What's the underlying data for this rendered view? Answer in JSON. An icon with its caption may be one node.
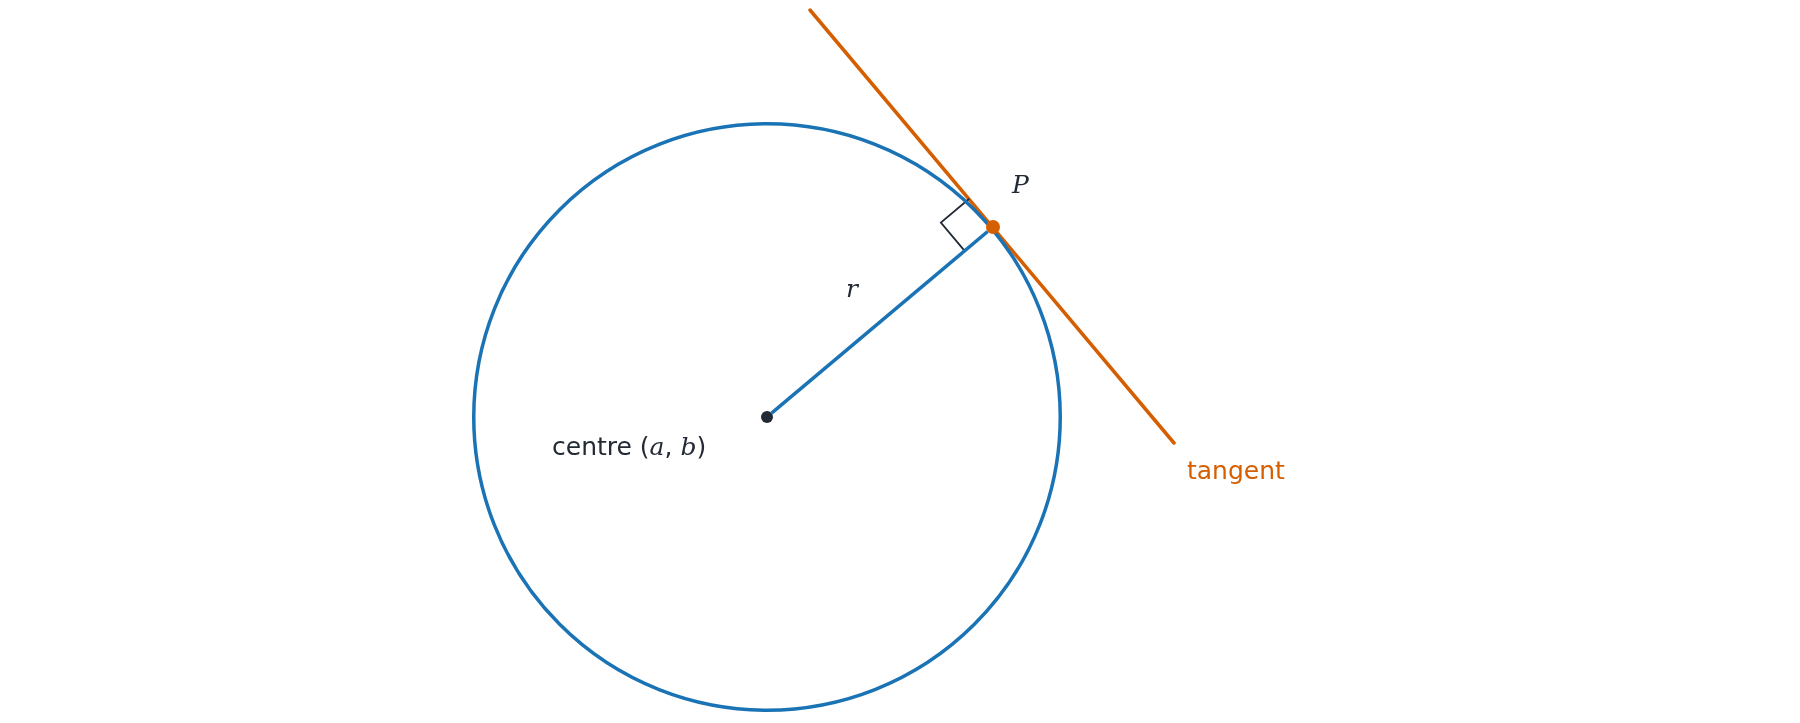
{
  "diagram": {
    "nodes": [
      {
        "text": [],
        "shape": "circle"
      },
      {
        "text": [],
        "shape": "circle",
        "in": 0,
        "beside": [
          "centre (*a*, *b*)"
        ]
      },
      {
        "text": [],
        "shape": "circle",
        "beside": [
          "P"
        ]
      }
    ],
    "edges": [
      {
        "from": 1,
        "to": 2,
        "arrow": "none",
        "label": "r"
      }
    ],
    "labels": [
      "tangent"
    ]
  }
}
